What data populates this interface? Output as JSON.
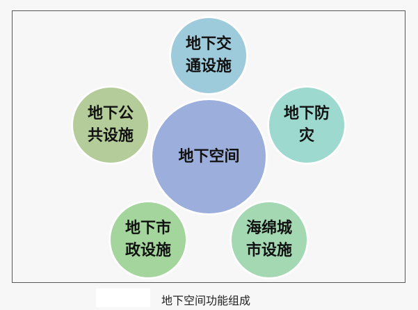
{
  "diagram": {
    "center": {
      "label": "地下空间",
      "color": "#9caedc"
    },
    "nodes": [
      {
        "id": "transport",
        "lines": [
          "地下交",
          "通设施"
        ],
        "color": "#9ecbdb"
      },
      {
        "id": "disaster",
        "lines": [
          "地下防",
          "灾"
        ],
        "color": "#9dd9cf"
      },
      {
        "id": "sponge",
        "lines": [
          "海绵城",
          "市设施"
        ],
        "color": "#a3d8b2"
      },
      {
        "id": "municipal",
        "lines": [
          "地下市",
          "政设施"
        ],
        "color": "#a4d59c"
      },
      {
        "id": "public",
        "lines": [
          "地下公",
          "共设施"
        ],
        "color": "#b3cc99"
      }
    ]
  },
  "caption": "地下空间功能组成"
}
